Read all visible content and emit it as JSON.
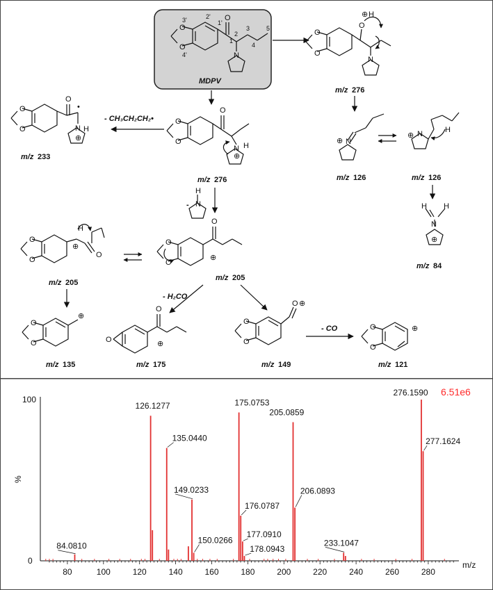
{
  "scheme": {
    "mdpv_name": "MDPV",
    "frag_labels": [
      {
        "key": "mz276a",
        "mz": "m/z",
        "val": "276"
      },
      {
        "key": "mz276b",
        "mz": "m/z",
        "val": "276"
      },
      {
        "key": "mz233",
        "mz": "m/z",
        "val": "233"
      },
      {
        "key": "mz126a",
        "mz": "m/z",
        "val": "126"
      },
      {
        "key": "mz126b",
        "mz": "m/z",
        "val": "126"
      },
      {
        "key": "mz84",
        "mz": "m/z",
        "val": "84"
      },
      {
        "key": "mz205a",
        "mz": "m/z",
        "val": "205"
      },
      {
        "key": "mz205b",
        "mz": "m/z",
        "val": "205"
      },
      {
        "key": "mz135",
        "mz": "m/z",
        "val": "135"
      },
      {
        "key": "mz175",
        "mz": "m/z",
        "val": "175"
      },
      {
        "key": "mz149",
        "mz": "m/z",
        "val": "149"
      },
      {
        "key": "mz121",
        "mz": "m/z",
        "val": "121"
      }
    ],
    "loss_propyl": "- CH₃CH₂CH₂•",
    "loss_h2co": "- H₂CO",
    "loss_co": "- CO",
    "loss_pyrrolidine_minus": "-",
    "carbon_numbers": [
      "2'",
      "3'",
      "4'",
      "1'",
      "1",
      "2",
      "3",
      "4",
      "5"
    ]
  },
  "spectrum": {
    "y_label": "%",
    "x_label": "m/z",
    "intensity": "6.51e6",
    "intensity_color": "#ff2a2a",
    "bar_color": "#e23030",
    "y_ticks": [
      "100",
      "0"
    ],
    "x_ticks": [
      "80",
      "100",
      "120",
      "140",
      "160",
      "180",
      "200",
      "220",
      "240",
      "260",
      "280"
    ]
  },
  "chart_data": {
    "type": "bar",
    "x_range": [
      65,
      297
    ],
    "y_range": [
      0,
      100
    ],
    "peaks": [
      {
        "mz": 84.081,
        "rel": 4,
        "label": "84.0810"
      },
      {
        "mz": 126.1277,
        "rel": 90,
        "label": "126.1277"
      },
      {
        "mz": 127.13,
        "rel": 19
      },
      {
        "mz": 135.044,
        "rel": 70,
        "label": "135.0440"
      },
      {
        "mz": 136.05,
        "rel": 7
      },
      {
        "mz": 147.04,
        "rel": 9
      },
      {
        "mz": 149.0233,
        "rel": 38,
        "label": "149.0233"
      },
      {
        "mz": 150.0266,
        "rel": 5,
        "label": "150.0266"
      },
      {
        "mz": 175.0753,
        "rel": 92,
        "label": "175.0753"
      },
      {
        "mz": 176.0787,
        "rel": 28,
        "label": "176.0787"
      },
      {
        "mz": 177.091,
        "rel": 12,
        "label": "177.0910"
      },
      {
        "mz": 178.0943,
        "rel": 3,
        "label": "178.0943"
      },
      {
        "mz": 205.0859,
        "rel": 86,
        "label": "205.0859"
      },
      {
        "mz": 206.0893,
        "rel": 33,
        "label": "206.0893"
      },
      {
        "mz": 233.1047,
        "rel": 5,
        "label": "233.1047"
      },
      {
        "mz": 234.11,
        "rel": 3
      },
      {
        "mz": 276.159,
        "rel": 100,
        "label": "276.1590"
      },
      {
        "mz": 277.1624,
        "rel": 68,
        "label": "277.1624"
      }
    ]
  }
}
